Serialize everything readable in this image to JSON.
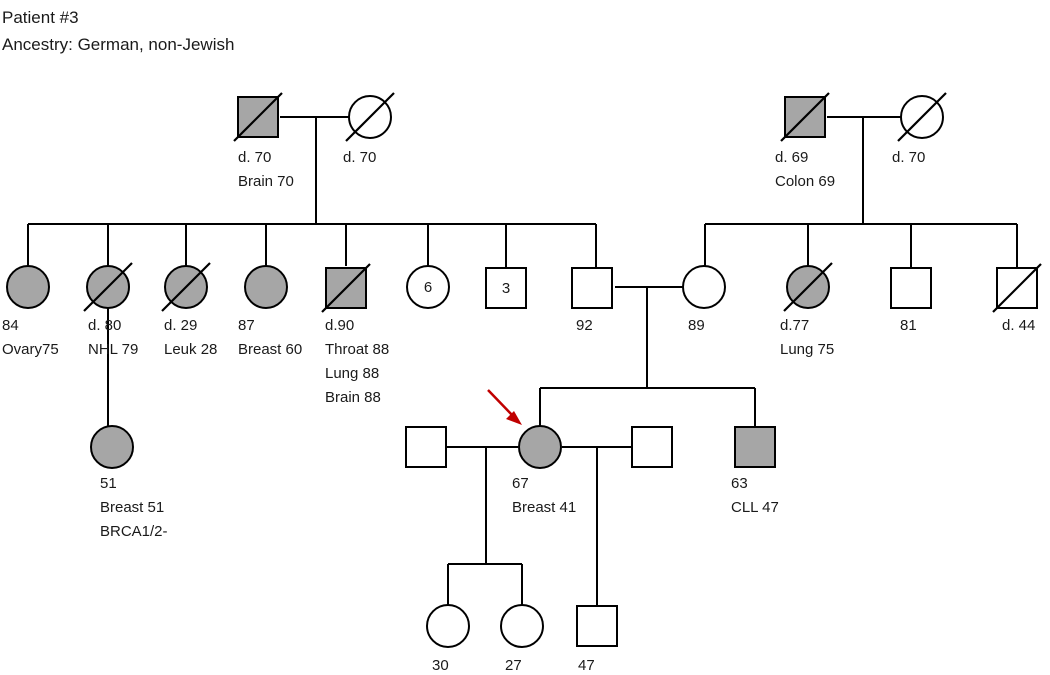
{
  "header": {
    "title": "Patient #3",
    "ancestry": "Ancestry: German, non-Jewish"
  },
  "colors": {
    "affected": "#a6a6a6",
    "unaffected": "#ffffff",
    "line": "#000000",
    "proband_arrow": "#c00000"
  },
  "pedigree": {
    "paternal_grandfather": {
      "sex": "male",
      "affected": true,
      "deceased": true,
      "labels": [
        "d. 70",
        "Brain 70"
      ]
    },
    "paternal_grandmother": {
      "sex": "female",
      "affected": false,
      "deceased": true,
      "labels": [
        "d. 70"
      ]
    },
    "maternal_grandfather": {
      "sex": "male",
      "affected": true,
      "deceased": true,
      "labels": [
        "d. 69",
        "Colon 69"
      ]
    },
    "maternal_grandmother": {
      "sex": "female",
      "affected": false,
      "deceased": true,
      "labels": [
        "d. 70"
      ]
    },
    "paternal_siblings": [
      {
        "sex": "female",
        "affected": true,
        "deceased": false,
        "labels": [
          "84",
          "Ovary75"
        ]
      },
      {
        "sex": "female",
        "affected": true,
        "deceased": true,
        "labels": [
          "d. 80",
          "NHL 79"
        ]
      },
      {
        "sex": "female",
        "affected": true,
        "deceased": true,
        "labels": [
          "d. 29",
          "Leuk 28"
        ]
      },
      {
        "sex": "female",
        "affected": true,
        "deceased": false,
        "labels": [
          "87",
          "Breast 60"
        ]
      },
      {
        "sex": "male",
        "affected": true,
        "deceased": true,
        "labels": [
          "d.90",
          "Throat 88",
          "Lung 88",
          "Brain 88"
        ]
      },
      {
        "sex": "female",
        "affected": false,
        "deceased": false,
        "count": "6",
        "labels": []
      },
      {
        "sex": "male",
        "affected": false,
        "deceased": false,
        "count": "3",
        "labels": []
      }
    ],
    "father": {
      "sex": "male",
      "affected": false,
      "deceased": false,
      "labels": [
        "92"
      ]
    },
    "mother": {
      "sex": "female",
      "affected": false,
      "deceased": false,
      "labels": [
        "89"
      ]
    },
    "maternal_siblings": [
      {
        "sex": "female",
        "affected": true,
        "deceased": true,
        "labels": [
          "d.77",
          "Lung 75"
        ]
      },
      {
        "sex": "male",
        "affected": false,
        "deceased": false,
        "labels": [
          "81"
        ]
      },
      {
        "sex": "male",
        "affected": false,
        "deceased": true,
        "labels": [
          "d. 44"
        ]
      }
    ],
    "cousin": {
      "sex": "female",
      "affected": true,
      "deceased": false,
      "labels": [
        "51",
        "Breast 51",
        "BRCA1/2-"
      ]
    },
    "proband": {
      "sex": "female",
      "affected": true,
      "deceased": false,
      "proband": true,
      "labels": [
        "67",
        "Breast 41"
      ]
    },
    "proband_spouse_1": {
      "sex": "male",
      "affected": false,
      "deceased": false,
      "labels": []
    },
    "proband_spouse_2": {
      "sex": "male",
      "affected": false,
      "deceased": false,
      "labels": []
    },
    "brother": {
      "sex": "male",
      "affected": true,
      "deceased": false,
      "labels": [
        "63",
        "CLL 47"
      ]
    },
    "children": [
      {
        "sex": "female",
        "affected": false,
        "deceased": false,
        "labels": [
          "30"
        ]
      },
      {
        "sex": "female",
        "affected": false,
        "deceased": false,
        "labels": [
          "27"
        ]
      },
      {
        "sex": "male",
        "affected": false,
        "deceased": false,
        "labels": [
          "47"
        ]
      }
    ]
  }
}
